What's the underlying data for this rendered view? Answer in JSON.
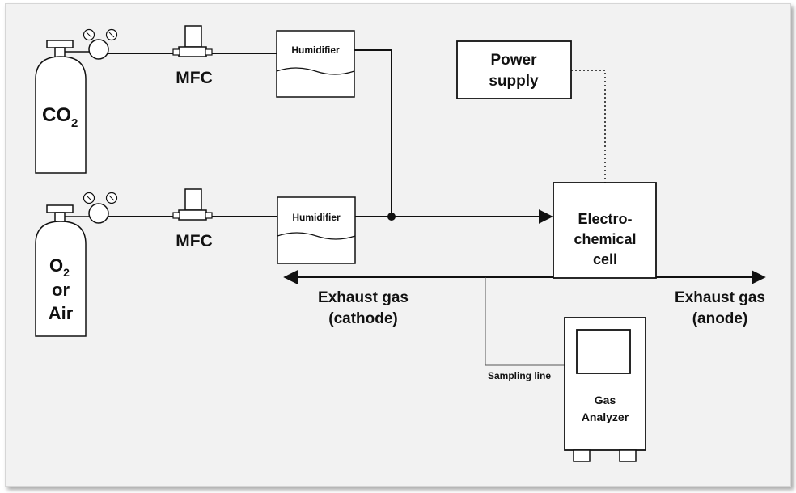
{
  "cylinders": {
    "top": {
      "label": "CO",
      "sub": "2"
    },
    "bottom": {
      "line1": "O",
      "line1_sub": "2",
      "line2": "or",
      "line3": "Air"
    }
  },
  "mfc": {
    "top": "MFC",
    "bottom": "MFC"
  },
  "humidifier": {
    "top": "Humidifier",
    "bottom": "Humidifier"
  },
  "power_supply": {
    "line1": "Power",
    "line2": "supply"
  },
  "cell": {
    "line1": "Electro-",
    "line2": "chemical",
    "line3": "cell"
  },
  "exhaust_cathode": {
    "line1": "Exhaust gas",
    "line2": "(cathode)"
  },
  "exhaust_anode": {
    "line1": "Exhaust gas",
    "line2": "(anode)"
  },
  "sampling_line": "Sampling line",
  "analyzer": {
    "line1": "Gas",
    "line2": "Analyzer"
  }
}
